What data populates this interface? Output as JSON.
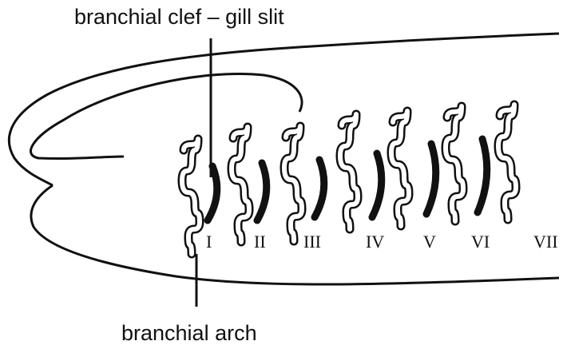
{
  "labels": {
    "top": "branchial clef – gill slit",
    "bottom": "branchial arch"
  },
  "arches": [
    {
      "numeral": "I"
    },
    {
      "numeral": "II"
    },
    {
      "numeral": "III"
    },
    {
      "numeral": "IV"
    },
    {
      "numeral": "V"
    },
    {
      "numeral": "VI"
    },
    {
      "numeral": "VII"
    }
  ],
  "colors": {
    "ink": "#111111",
    "background": "#ffffff"
  }
}
